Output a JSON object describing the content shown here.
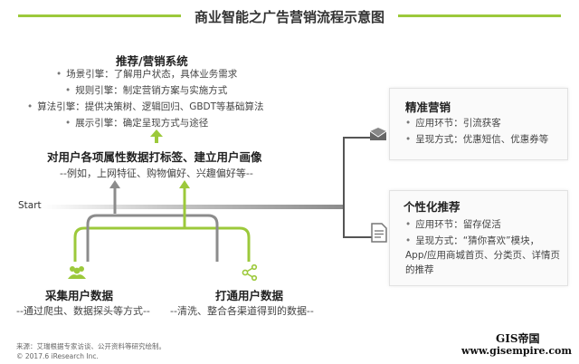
{
  "title": "商业智能之广告营销流程示意图",
  "recommend": {
    "title": "推荐/营销系统",
    "items": [
      "场景引擎：了解用户状态，具体业务需求",
      "规则引擎：制定营销方案与实施方式",
      "算法引擎：提供决策树、逻辑回归、GBDT等基础算法",
      "展示引擎：确定呈现方式与途径"
    ]
  },
  "tagging": {
    "title": "对用户各项属性数据打标签、建立用户画像",
    "subtitle": "--例如，上网特征、购物偏好、兴趣偏好等--"
  },
  "start_label": "Start",
  "collect": {
    "title": "采集用户数据",
    "subtitle": "--通过爬虫、数据探头等方式--"
  },
  "connect": {
    "title": "打通用户数据",
    "subtitle": "--清洗、整合各渠道得到的数据--"
  },
  "precise": {
    "title": "精准营销",
    "items": [
      {
        "label": "应用环节：引流获客"
      },
      {
        "label": "呈现方式：优惠短信、优惠券等"
      }
    ]
  },
  "personal": {
    "title": "个性化推荐",
    "items": [
      {
        "label": "应用环节：留存促活"
      },
      {
        "label": "呈现方式：“猜你喜欢”模块，App/应用商城首页、分类页、详情页的推荐"
      }
    ]
  },
  "footer": {
    "source": "来源：艾瑞根据专家访谈、公开资料等研究绘制。",
    "copyright": "© 2017.6 iResearch Inc."
  },
  "watermark": {
    "logo": "GIS帝国",
    "url": "www.gisempire.com"
  },
  "colors": {
    "accent": "#9cc93b",
    "line_gray": "#8c8c8c",
    "dark_line": "#555555"
  }
}
